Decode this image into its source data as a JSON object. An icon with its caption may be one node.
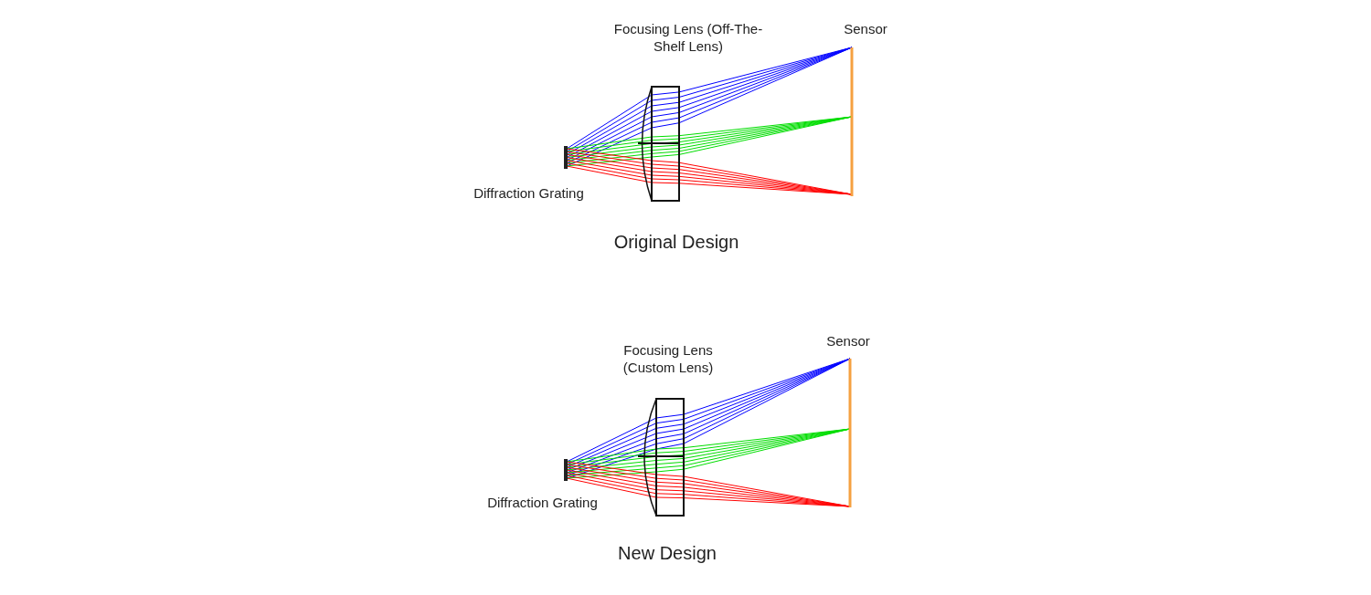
{
  "diagram": {
    "labels": [
      "Focusing Lens (Off-The-Shelf Lens)",
      "Sensor",
      "Diffraction Grating",
      "Original Design",
      "Focusing Lens (Custom Lens)",
      "Sensor",
      "Diffraction Grating",
      "New Design"
    ]
  }
}
